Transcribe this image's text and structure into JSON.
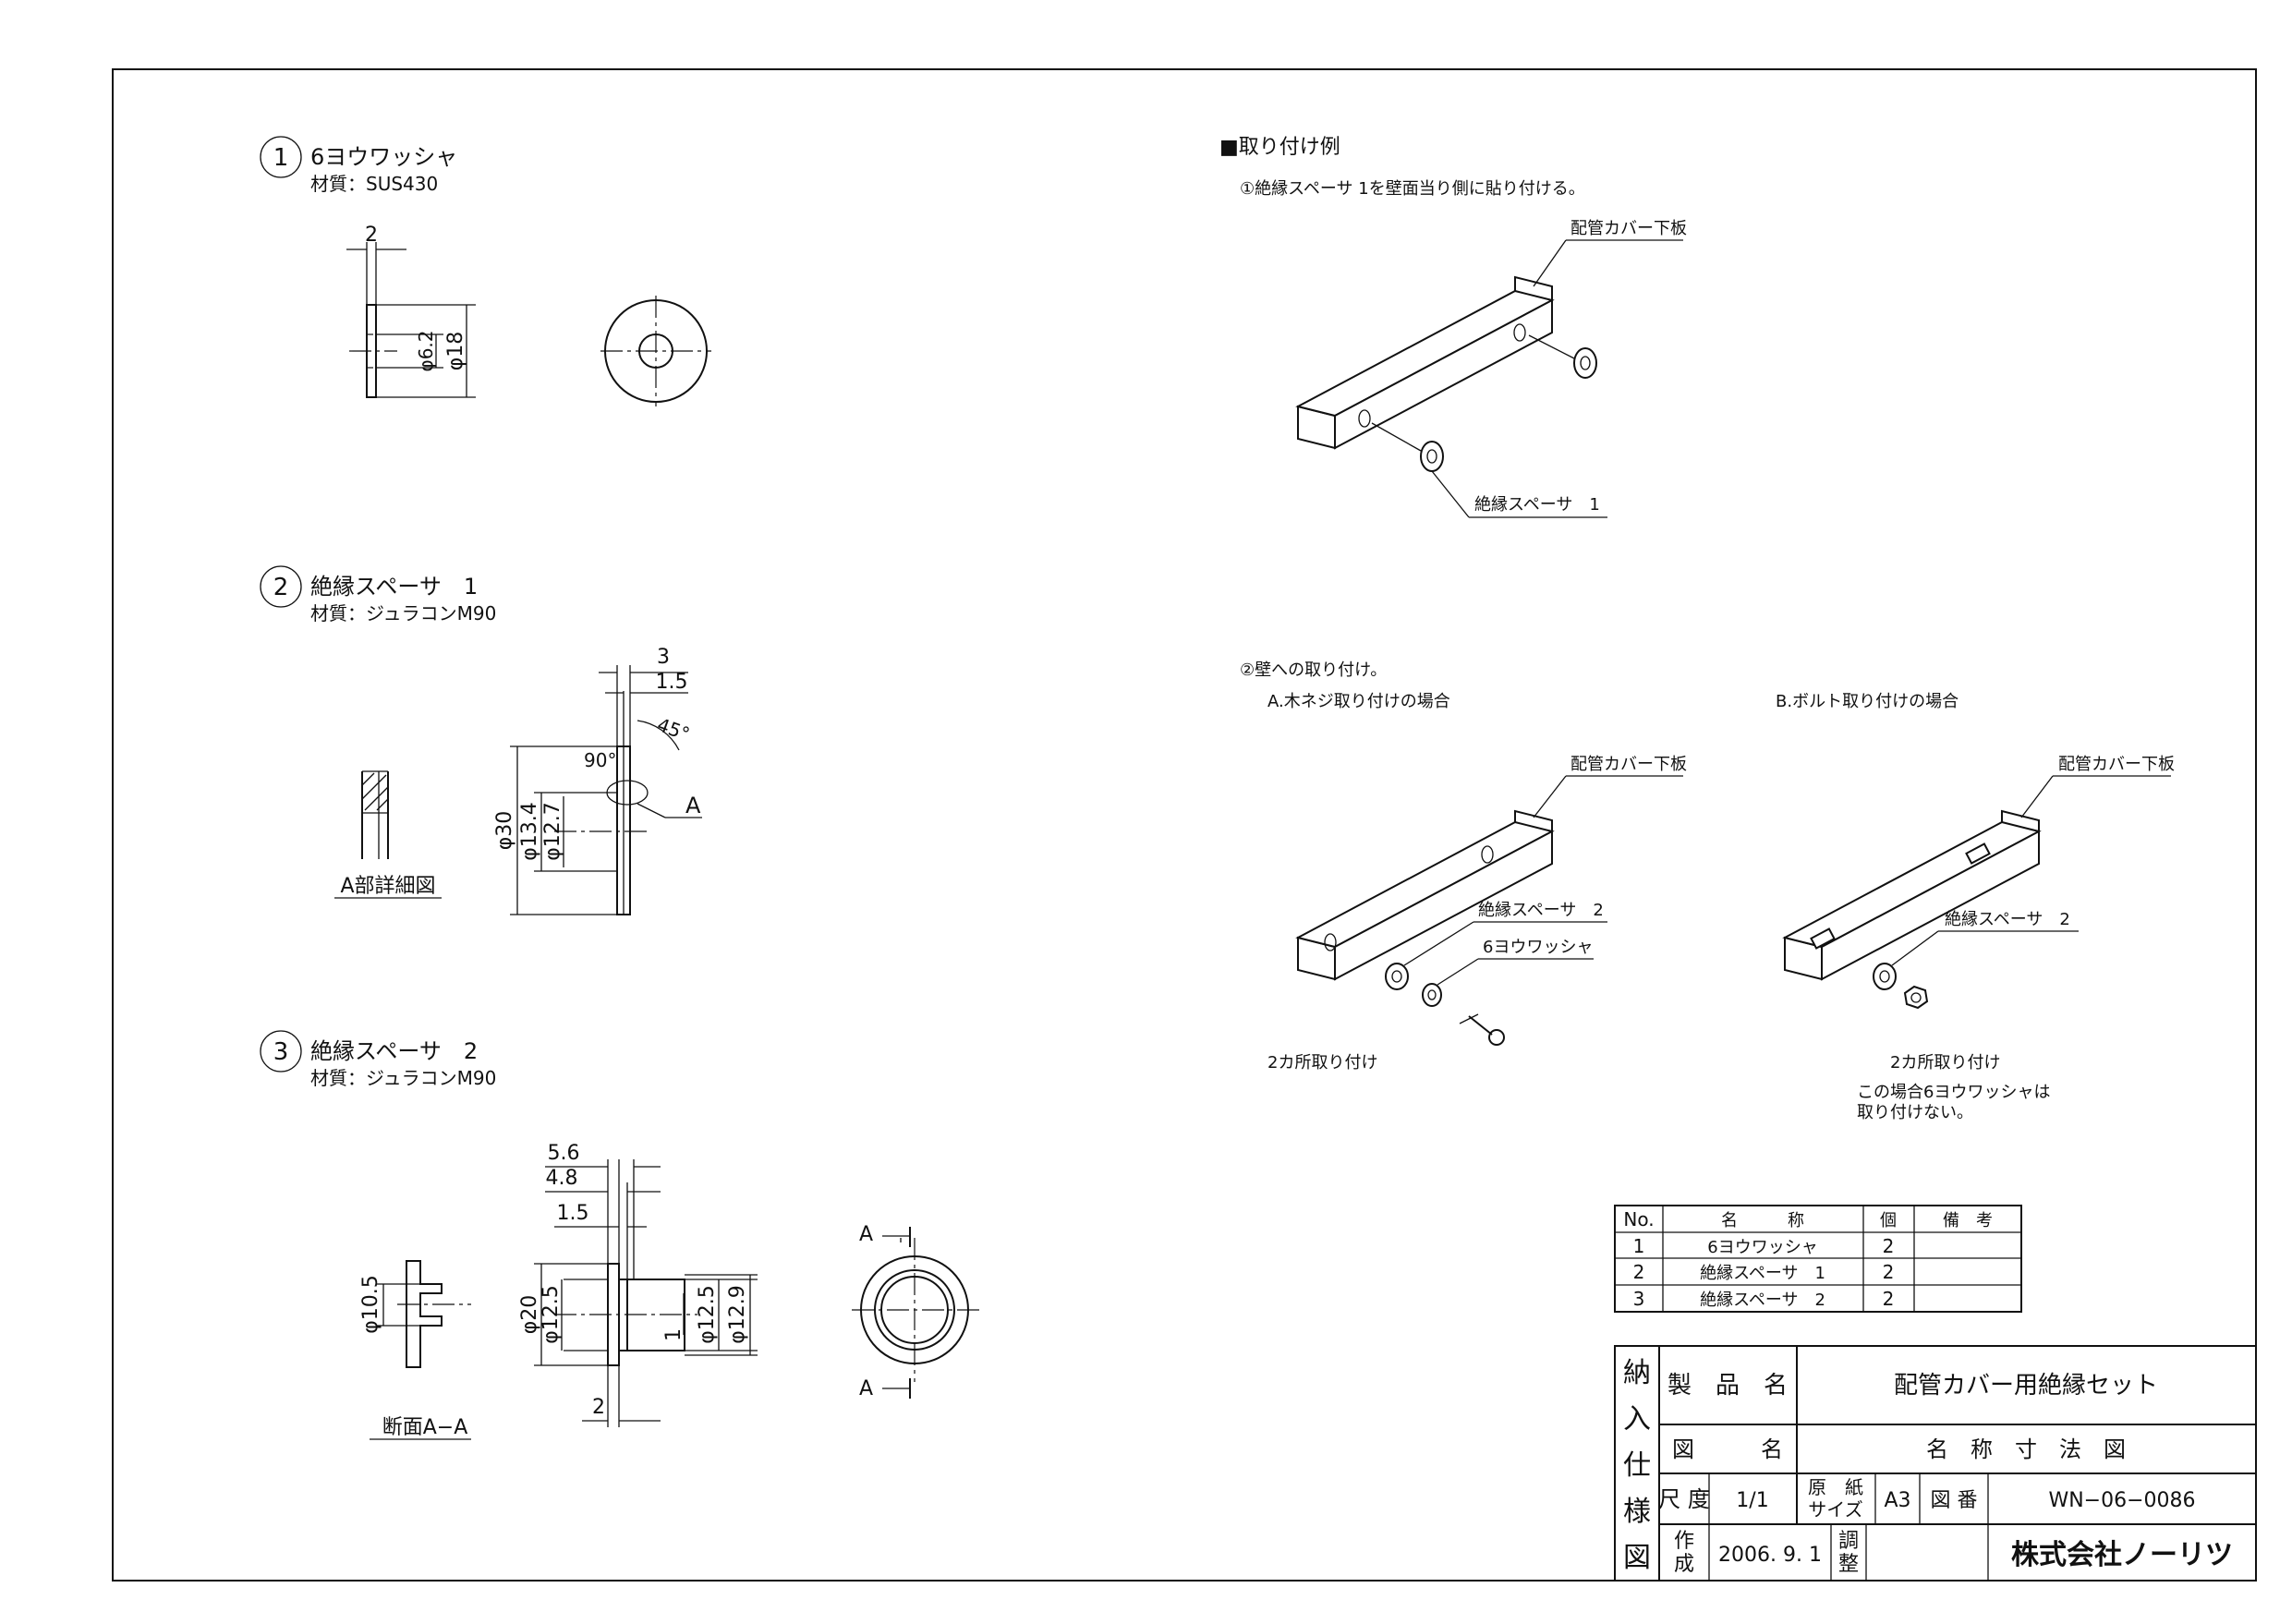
{
  "parts": [
    {
      "num": "1",
      "name": "6ヨウワッシャ",
      "material": "材質：SUS430"
    },
    {
      "num": "2",
      "name": "絶縁スペーサ　1",
      "material": "材質：ジュラコンM90"
    },
    {
      "num": "3",
      "name": "絶縁スペーサ　2",
      "material": "材質：ジュラコンM90"
    }
  ],
  "dims": {
    "p1": {
      "t": "2",
      "d_in": "φ6.2",
      "d_out": "φ18"
    },
    "p2": {
      "t": "3",
      "t2": "1.5",
      "ang45": "45°",
      "ang90": "90°",
      "a": "A",
      "d30": "φ30",
      "d134": "φ13.4",
      "d127": "φ12.7",
      "detail": "A部詳細図"
    },
    "p3": {
      "l56": "5.6",
      "l48": "4.8",
      "l15": "1.5",
      "l2": "2",
      "d20": "φ20",
      "d125a": "φ12.5",
      "d125b": "φ12.5",
      "d129": "φ12.9",
      "one": "1",
      "d105": "φ10.5",
      "section": "断面A−A",
      "a_top": "A",
      "a_bot": "A"
    }
  },
  "example": {
    "heading": "■取り付け例",
    "step1": "①絶縁スペーサ 1を壁面当り側に貼り付ける。",
    "step2": "②壁への取り付け。",
    "caseA": "A.木ネジ取り付けの場合",
    "caseB": "B.ボルト取り付けの場合",
    "label_plate": "配管カバー下板",
    "label_spacer1": "絶縁スペーサ　1",
    "label_spacer2": "絶縁スペーサ　2",
    "label_washer": "6ヨウワッシャ",
    "note_two_places": "2カ所取り付け",
    "note_b": [
      "この場合6ヨウワッシャは",
      "取り付けない。"
    ]
  },
  "parts_table": {
    "headers": [
      "No.",
      "名　　　称",
      "個",
      "備　考"
    ],
    "rows": [
      [
        "1",
        "6ヨウワッシャ",
        "2",
        ""
      ],
      [
        "2",
        "絶縁スペーサ　1",
        "2",
        ""
      ],
      [
        "3",
        "絶縁スペーサ　2",
        "2",
        ""
      ]
    ]
  },
  "title_block": {
    "vertical": [
      "納",
      "入",
      "仕",
      "様",
      "図"
    ],
    "product_label": "製　品　名",
    "product_value": "配管カバー用絶縁セット",
    "drawing_label": "図　　　名",
    "drawing_value": "名　称　寸　法　図",
    "scale_label": "尺 度",
    "scale_value": "1/1",
    "paper_label": [
      "原　紙",
      "サイズ"
    ],
    "paper_value": "A3",
    "number_label": "図 番",
    "number_value": "WN−06−0086",
    "created_label": [
      "作",
      "成"
    ],
    "created_value": "2006. 9. 1",
    "adjust_label": [
      "調",
      "整"
    ],
    "company": "株式会社ノーリツ"
  }
}
